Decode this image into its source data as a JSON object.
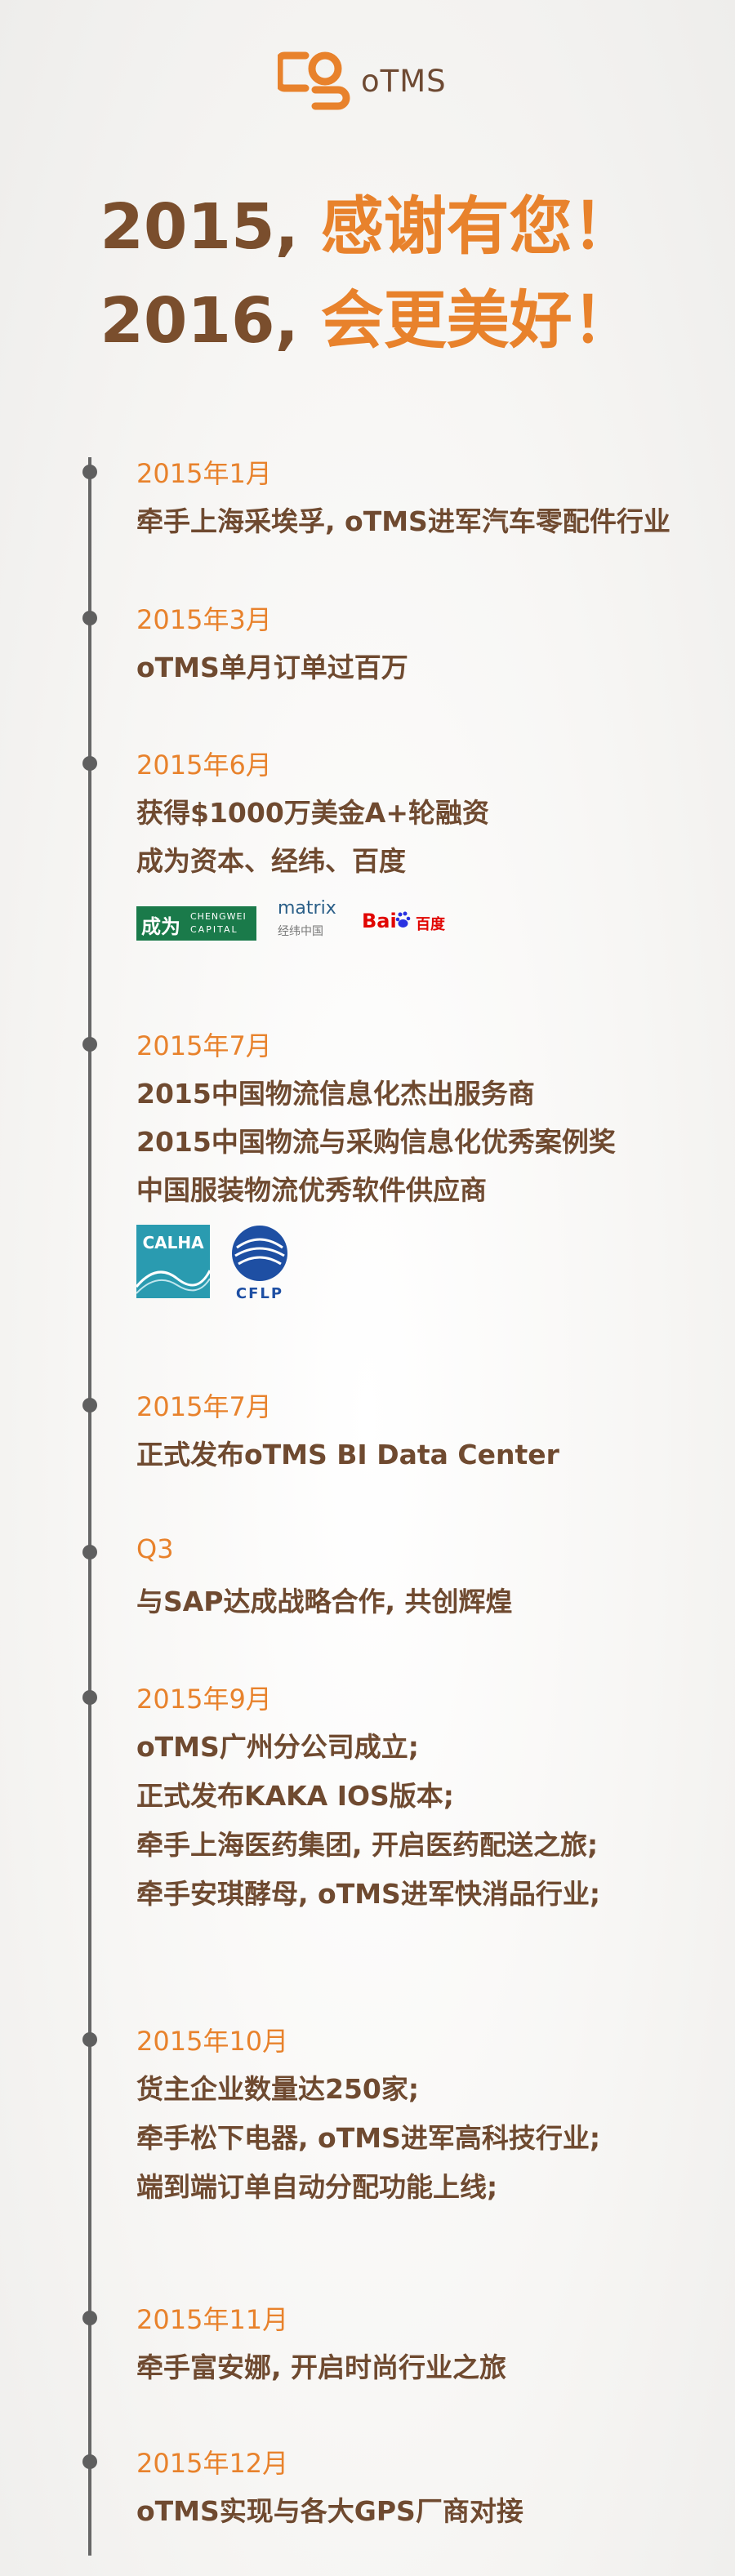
{
  "header": {
    "brand": "oTMS",
    "logo_icon": "otms-logo-icon"
  },
  "headline": {
    "line1_year": "2015,",
    "line1_text": "感谢有您！",
    "line2_year": "2016,",
    "line2_text": "会更美好！"
  },
  "timeline": [
    {
      "date": "2015年1月",
      "lines": [
        "牵手上海采埃孚, oTMS进军汽车零配件行业"
      ]
    },
    {
      "date": "2015年3月",
      "lines": [
        "oTMS单月订单过百万"
      ]
    },
    {
      "date": "2015年6月",
      "lines": [
        "获得$1000万美金A+轮融资",
        "成为资本、经纬、百度"
      ],
      "logos": {
        "chengwei": {
          "text_cn": "成为",
          "text_en1": "CHENGWEI",
          "text_en2": "CAPITAL"
        },
        "matrix": {
          "text": "matrix",
          "sub": "经纬中国"
        },
        "baidu": {
          "text": "Bai",
          "sub": "百度"
        }
      }
    },
    {
      "date": "2015年7月",
      "lines": [
        "2015中国物流信息化杰出服务商",
        "2015中国物流与采购信息化优秀案例奖",
        "中国服装物流优秀软件供应商"
      ],
      "logos": {
        "calha": {
          "text": "CALHA"
        },
        "cflp": {
          "text": "CFLP"
        }
      }
    },
    {
      "date": "2015年7月",
      "lines": [
        "正式发布oTMS BI Data Center"
      ]
    },
    {
      "date": "Q3",
      "lines": [
        "与SAP达成战略合作, 共创辉煌"
      ]
    },
    {
      "date": "2015年9月",
      "lines": [
        "oTMS广州分公司成立;",
        "正式发布KAKA IOS版本;",
        "牵手上海医药集团, 开启医药配送之旅;",
        "牵手安琪酵母, oTMS进军快消品行业;"
      ]
    },
    {
      "date": "2015年10月",
      "lines": [
        "货主企业数量达250家;",
        "牵手松下电器, oTMS进军高科技行业;",
        "端到端订单自动分配功能上线;"
      ]
    },
    {
      "date": "2015年11月",
      "lines": [
        "牵手富安娜, 开启时尚行业之旅"
      ]
    },
    {
      "date": "2015年12月",
      "lines": [
        "oTMS实现与各大GPS厂商对接"
      ]
    }
  ],
  "colors": {
    "accent": "#e8822c",
    "brown": "#6f4a30",
    "line": "#676767"
  }
}
